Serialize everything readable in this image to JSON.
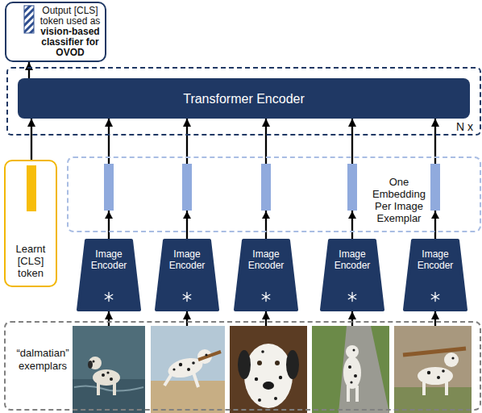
{
  "diagram": {
    "nodes": [
      {
        "text": [
          "Output [CLS] token used as",
          "vision-based classifier for OVOD"
        ]
      },
      {
        "text": [
          "N x"
        ]
      },
      {
        "text": [
          "Transformer Encoder"
        ],
        "in": 1
      },
      {
        "text": [
          "Learnt [CLS] token"
        ]
      },
      {
        "text": [
          "One Embedding Per Image Exemplar"
        ]
      },
      {
        "text": [
          "Image Encoder"
        ]
      },
      {
        "text": [
          "Image Encoder"
        ]
      },
      {
        "text": [
          "Image Encoder"
        ]
      },
      {
        "text": [
          "Image Encoder"
        ]
      },
      {
        "text": [
          "Image Encoder"
        ]
      },
      {
        "text": [
          "“dalmatian” exemplars"
        ]
      }
    ],
    "edges": [
      {
        "from": 2,
        "to": 0,
        "arrow": "to"
      },
      {
        "from": 3,
        "to": 2,
        "arrow": "to"
      },
      {
        "from": 5,
        "to": 2,
        "arrow": "to"
      },
      {
        "from": 6,
        "to": 2,
        "arrow": "to"
      },
      {
        "from": 7,
        "to": 2,
        "arrow": "to"
      },
      {
        "from": 8,
        "to": 2,
        "arrow": "to"
      },
      {
        "from": 9,
        "to": 2,
        "arrow": "to"
      },
      {
        "from": 10,
        "to": 5,
        "arrow": "to"
      },
      {
        "from": 10,
        "to": 6,
        "arrow": "to"
      },
      {
        "from": 10,
        "to": 7,
        "arrow": "to"
      },
      {
        "from": 10,
        "to": 8,
        "arrow": "to"
      },
      {
        "from": 10,
        "to": 9,
        "arrow": "to"
      }
    ]
  }
}
